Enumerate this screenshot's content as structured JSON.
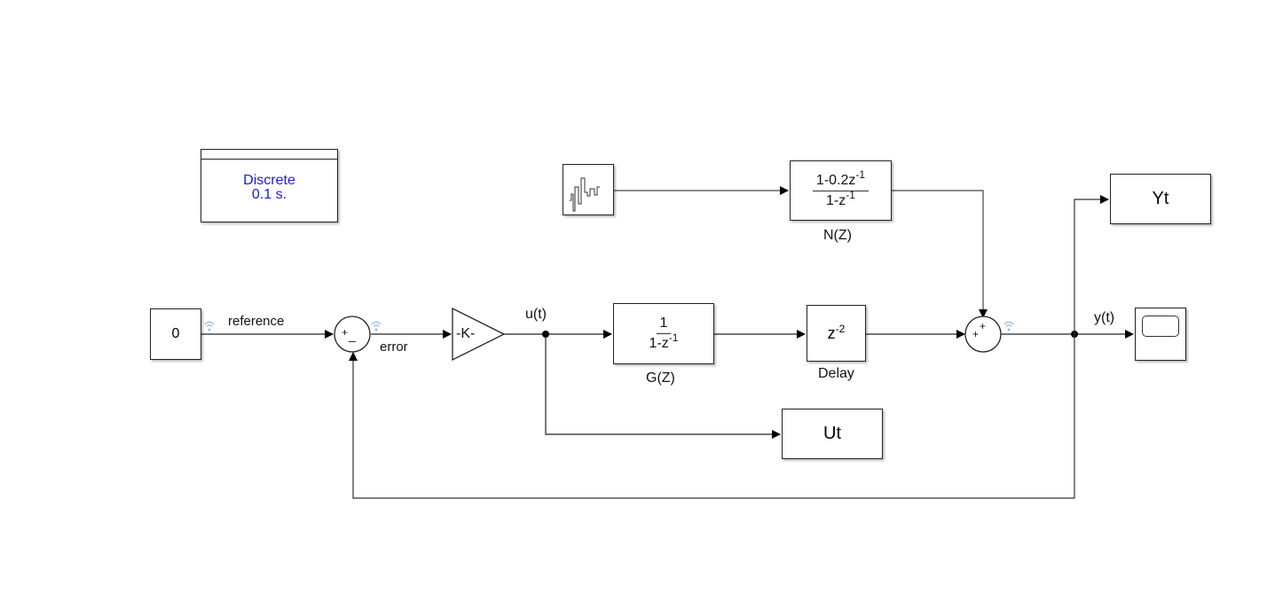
{
  "blocks": {
    "discrete": {
      "line1": "Discrete",
      "line2": "0.1 s.",
      "color": "#1a1ad6"
    },
    "constant": {
      "value": "0"
    },
    "sum1": {
      "sign_top": "+",
      "sign_bottom": "_"
    },
    "gain": {
      "label": "-K-"
    },
    "g_tf": {
      "num": "1",
      "den_base": "1-z",
      "den_exp": "-1",
      "name": "G(Z)"
    },
    "delay": {
      "base": "z",
      "exp": "-2",
      "name": "Delay"
    },
    "noise_tf": {
      "num_base": "1-0.2z",
      "num_exp": "-1",
      "den_base": "1-z",
      "den_exp": "-1",
      "name": "N(Z)"
    },
    "sum2": {
      "sign_top": "+",
      "sign_left": "+"
    },
    "yt": {
      "label": "Yt"
    },
    "ut": {
      "label": "Ut"
    }
  },
  "signals": {
    "reference": "reference",
    "error": "error",
    "u": "u(t)",
    "y": "y(t)"
  },
  "icons": [
    "random-number-source-icon",
    "scope-icon",
    "signal-log-icon"
  ]
}
